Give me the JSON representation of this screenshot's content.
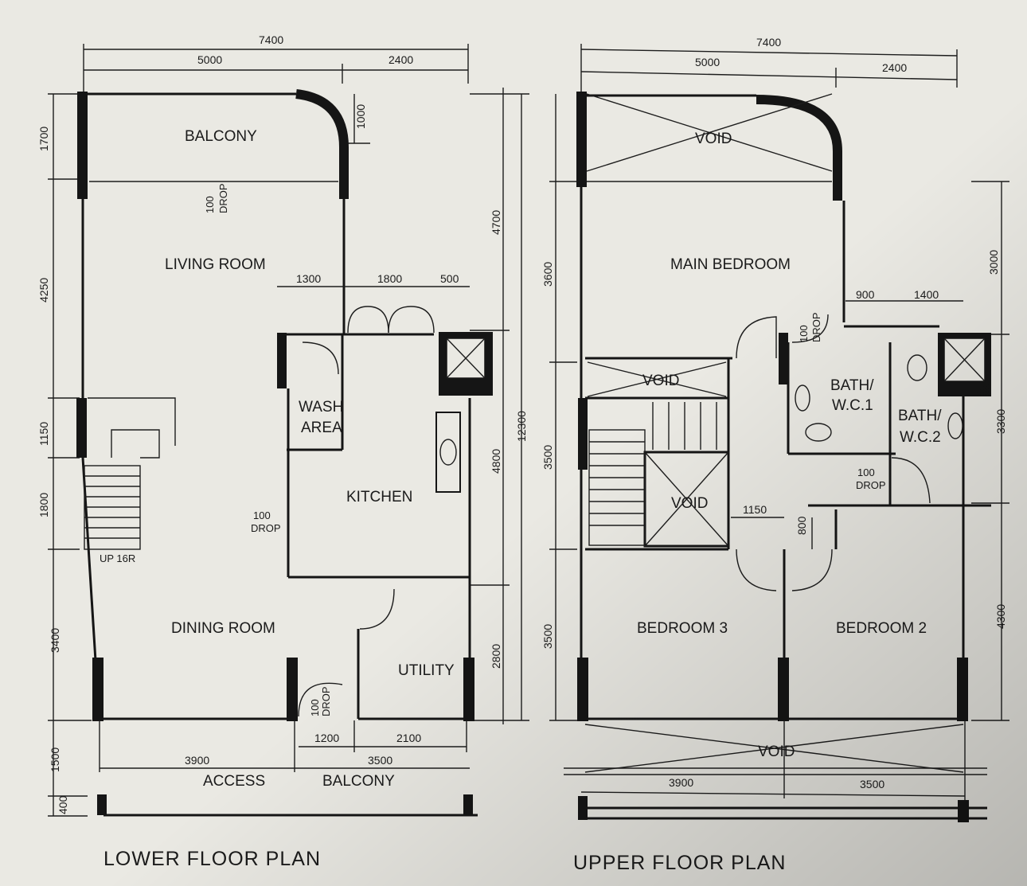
{
  "lower_plan": {
    "title": "LOWER FLOOR PLAN",
    "rooms": {
      "balcony": "BALCONY",
      "living": "LIVING ROOM",
      "wash1": "WASH",
      "wash2": "AREA",
      "kitchen": "KITCHEN",
      "dining": "DINING ROOM",
      "utility": "UTILITY",
      "access": "ACCESS",
      "balcony2": "BALCONY"
    },
    "notes": {
      "drop_num": "100",
      "drop": "DROP",
      "stairs": "UP 16R"
    },
    "dims": {
      "top_total": "7400",
      "top_a": "5000",
      "top_b": "2400",
      "balcony_depth": "1000",
      "left": [
        "1700",
        "4250",
        "1150",
        "1800",
        "3400",
        "1500",
        "400"
      ],
      "right": [
        "4700",
        "4800",
        "2800"
      ],
      "overall": "12300",
      "mid": [
        "1300",
        "1800",
        "500"
      ],
      "bottom_a": "3900",
      "bottom_b": "3500",
      "bottom_c": "1200",
      "bottom_d": "2100"
    }
  },
  "upper_plan": {
    "title": "UPPER FLOOR PLAN",
    "rooms": {
      "void": "VOID",
      "main": "MAIN BEDROOM",
      "bath1a": "BATH/",
      "bath1b": "W.C.1",
      "bath2a": "BATH/",
      "bath2b": "W.C.2",
      "bed3": "BEDROOM 3",
      "bed2": "BEDROOM 2"
    },
    "notes": {
      "drop_num": "100",
      "drop": "DROP"
    },
    "dims": {
      "top_total": "7400",
      "top_a": "5000",
      "top_b": "2400",
      "left": [
        "3600",
        "3500",
        "3500"
      ],
      "right": [
        "3000",
        "3300",
        "4300"
      ],
      "bath": [
        "900",
        "1400"
      ],
      "corridor": "1150",
      "door": "800",
      "bottom_a": "3900",
      "bottom_b": "3500"
    }
  }
}
